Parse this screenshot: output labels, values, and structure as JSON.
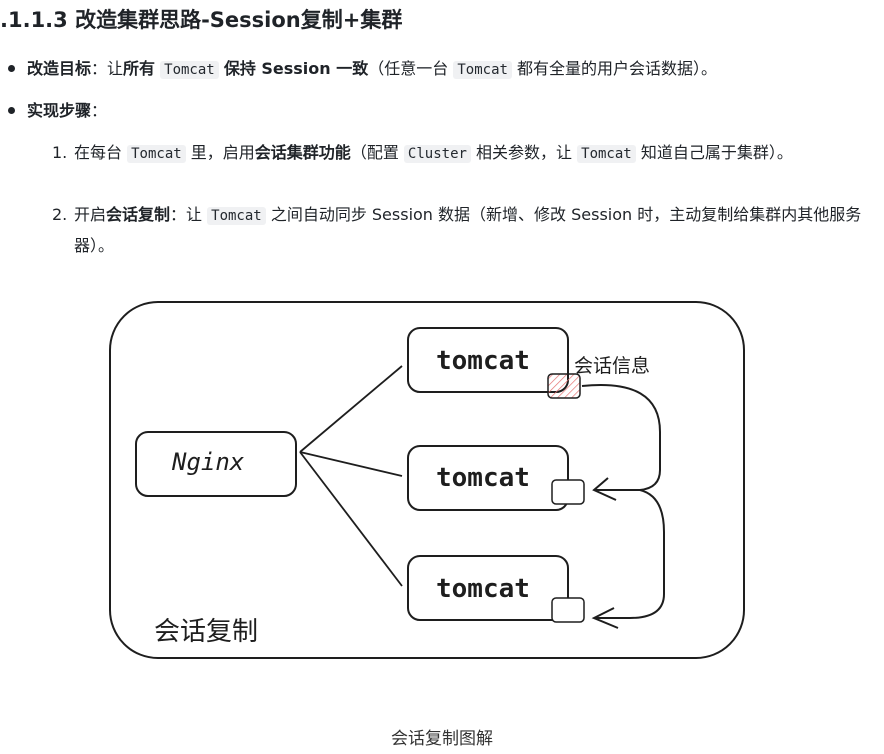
{
  "heading": ".1.1.3 改造集群思路-Session复制+集群",
  "bullet1": {
    "label": "改造目标",
    "sep": "：让",
    "b1": "所有",
    "code1": "Tomcat",
    "b2": "保持 Session 一致",
    "rest": "（任意一台",
    "code2": "Tomcat",
    "tail": "都有全量的用户会话数据）。"
  },
  "bullet2": {
    "label": "实现步骤",
    "sep": "："
  },
  "steps": [
    {
      "num": "1.",
      "t1": "在每台",
      "code1": "Tomcat",
      "t2": "里，启用",
      "b": "会话集群功能",
      "t3": "（配置",
      "code2": "Cluster",
      "t4": "相关参数，让",
      "code3": "Tomcat",
      "t5": "知道自己属于集群）。"
    },
    {
      "num": "2.",
      "t1": "开启",
      "b": "会话复制",
      "t2": "：让",
      "code1": "Tomcat",
      "t3": "之间自动同步 Session 数据（新增、修改 Session 时，主动复制给集群内其他服务器）。"
    }
  ],
  "diagram": {
    "nginx": "Nginx",
    "tomcat1": "tomcat",
    "tomcat2": "tomcat",
    "tomcat3": "tomcat",
    "session_info": "会话信息",
    "container_label": "会话复制"
  },
  "caption": "会话复制图解"
}
